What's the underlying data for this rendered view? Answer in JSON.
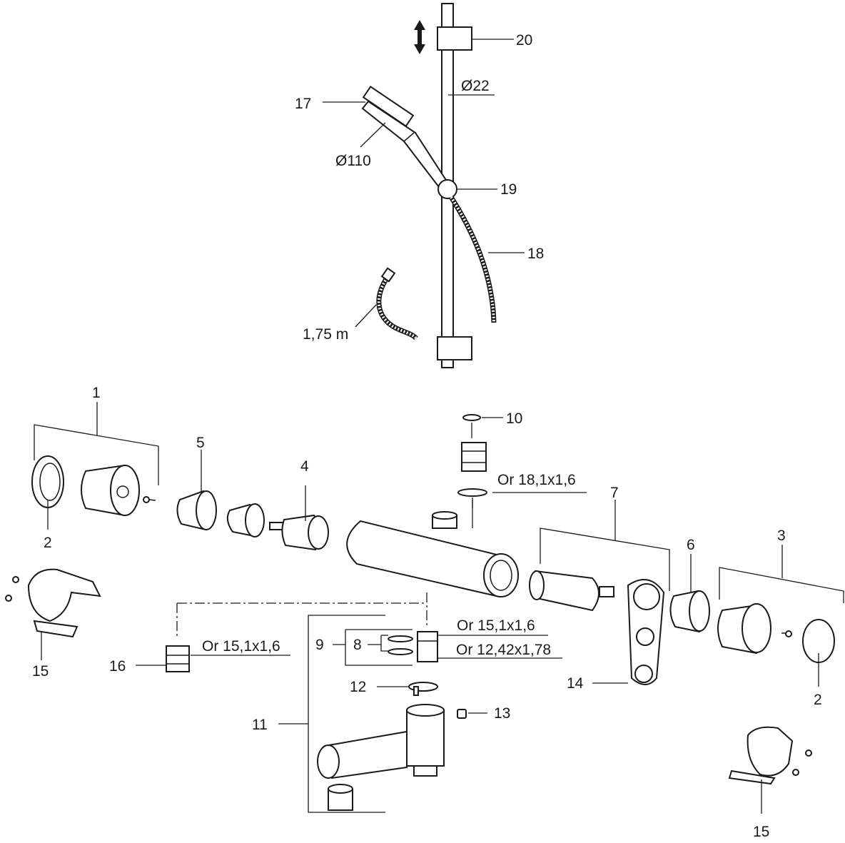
{
  "diagram": {
    "dimensions": {
      "bar_diameter": "Ø22",
      "head_diameter": "Ø110",
      "hose_length": "1,75 m"
    },
    "callouts": {
      "c1": "1",
      "c2a": "2",
      "c2b": "2",
      "c3": "3",
      "c4": "4",
      "c5": "5",
      "c6": "6",
      "c7": "7",
      "c8": "8",
      "c9": "9",
      "c10": "10",
      "c11": "11",
      "c12": "12",
      "c13": "13",
      "c14": "14",
      "c15a": "15",
      "c15b": "15",
      "c16": "16",
      "c17": "17",
      "c18": "18",
      "c19": "19",
      "c20": "20"
    },
    "seals": {
      "or_18": "Or 18,1x1,6",
      "or_15_top": "Or 15,1x1,6",
      "or_12": "Or 12,42x1,78",
      "or_15_left": "Or 15,1x1,6"
    }
  }
}
